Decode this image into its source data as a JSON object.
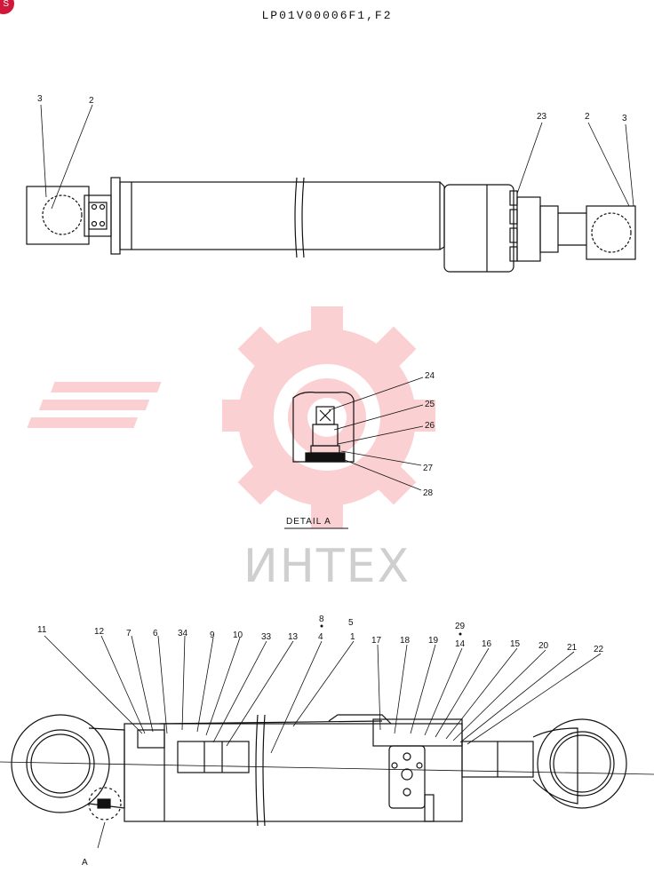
{
  "header": {
    "title": "LP01V00006F1,F2",
    "corner_badge": "S"
  },
  "watermark": {
    "text": "ИНТЕХ",
    "color": "#f7a9ad"
  },
  "top_view": {
    "callouts": [
      {
        "id": "tv-3-left",
        "label": "3"
      },
      {
        "id": "tv-2-left",
        "label": "2"
      },
      {
        "id": "tv-23",
        "label": "23"
      },
      {
        "id": "tv-2-right",
        "label": "2"
      },
      {
        "id": "tv-3-right",
        "label": "3"
      }
    ]
  },
  "detail": {
    "title": "DETAIL  A",
    "callouts": [
      {
        "id": "d-24",
        "label": "24"
      },
      {
        "id": "d-25",
        "label": "25"
      },
      {
        "id": "d-26",
        "label": "26"
      },
      {
        "id": "d-27",
        "label": "27"
      },
      {
        "id": "d-28",
        "label": "28"
      }
    ]
  },
  "section_view": {
    "callouts": [
      {
        "id": "s-11",
        "label": "11"
      },
      {
        "id": "s-12",
        "label": "12"
      },
      {
        "id": "s-7",
        "label": "7"
      },
      {
        "id": "s-6",
        "label": "6"
      },
      {
        "id": "s-34",
        "label": "34"
      },
      {
        "id": "s-9",
        "label": "9"
      },
      {
        "id": "s-10",
        "label": "10"
      },
      {
        "id": "s-33",
        "label": "33"
      },
      {
        "id": "s-13",
        "label": "13"
      },
      {
        "id": "s-8",
        "label": "8"
      },
      {
        "id": "s-4",
        "label": "4"
      },
      {
        "id": "s-5",
        "label": "5"
      },
      {
        "id": "s-1",
        "label": "1"
      },
      {
        "id": "s-17",
        "label": "17"
      },
      {
        "id": "s-18",
        "label": "18"
      },
      {
        "id": "s-19",
        "label": "19"
      },
      {
        "id": "s-29",
        "label": "29"
      },
      {
        "id": "s-14",
        "label": "14"
      },
      {
        "id": "s-16",
        "label": "16"
      },
      {
        "id": "s-15",
        "label": "15"
      },
      {
        "id": "s-20",
        "label": "20"
      },
      {
        "id": "s-21",
        "label": "21"
      },
      {
        "id": "s-22",
        "label": "22"
      }
    ],
    "view_marker": "A"
  }
}
